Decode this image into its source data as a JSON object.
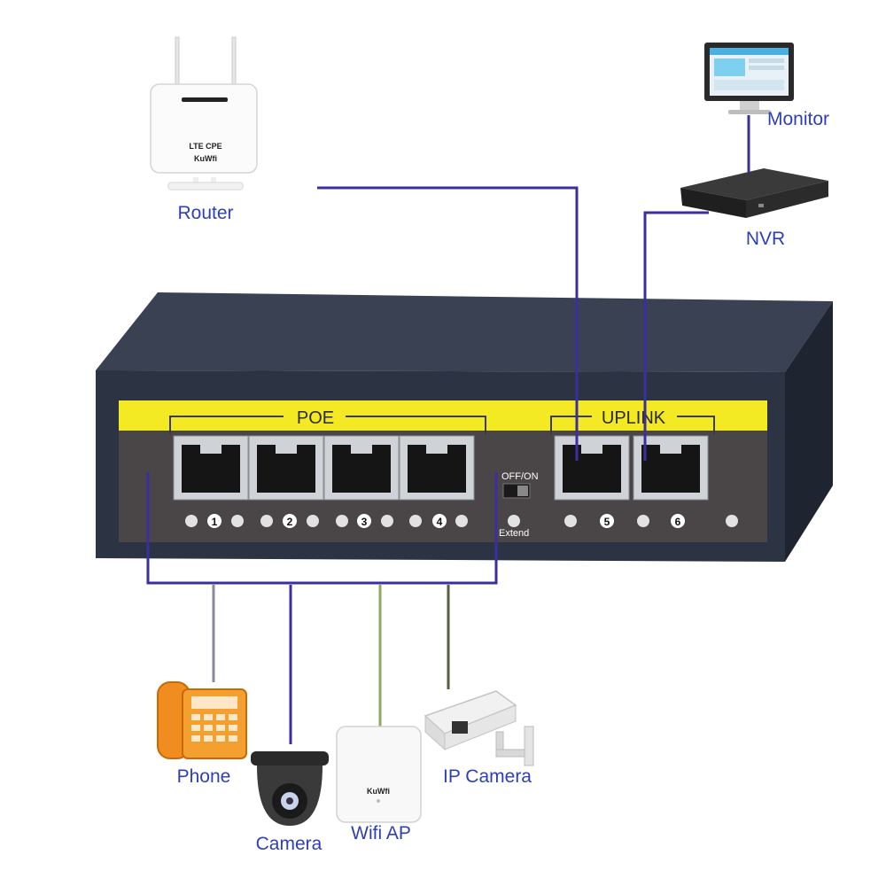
{
  "devices": {
    "router": {
      "label": "Router",
      "brand_top": "LTE CPE",
      "brand": "KuWfi"
    },
    "monitor": {
      "label": "Monitor"
    },
    "nvr": {
      "label": "NVR"
    },
    "phone": {
      "label": "Phone"
    },
    "camera": {
      "label": "Camera"
    },
    "wifi_ap": {
      "label": "Wifi AP",
      "brand": "KuWfi"
    },
    "ip_camera": {
      "label": "IP Camera"
    }
  },
  "switch": {
    "poe_label": "POE",
    "uplink_label": "UPLINK",
    "switch_label": "OFF/ON",
    "extend_label": "Extend",
    "port_numbers": [
      "1",
      "2",
      "3",
      "4",
      "5",
      "6"
    ]
  },
  "colors": {
    "cable": "#3b2fa0",
    "cable_phone": "#8a8aa0",
    "cable_ap": "#8fa860",
    "cable_ipcam": "#556040",
    "label_text": "#2e3fb8",
    "panel_yellow": "#f3ea23",
    "chassis": "#2e3545"
  }
}
